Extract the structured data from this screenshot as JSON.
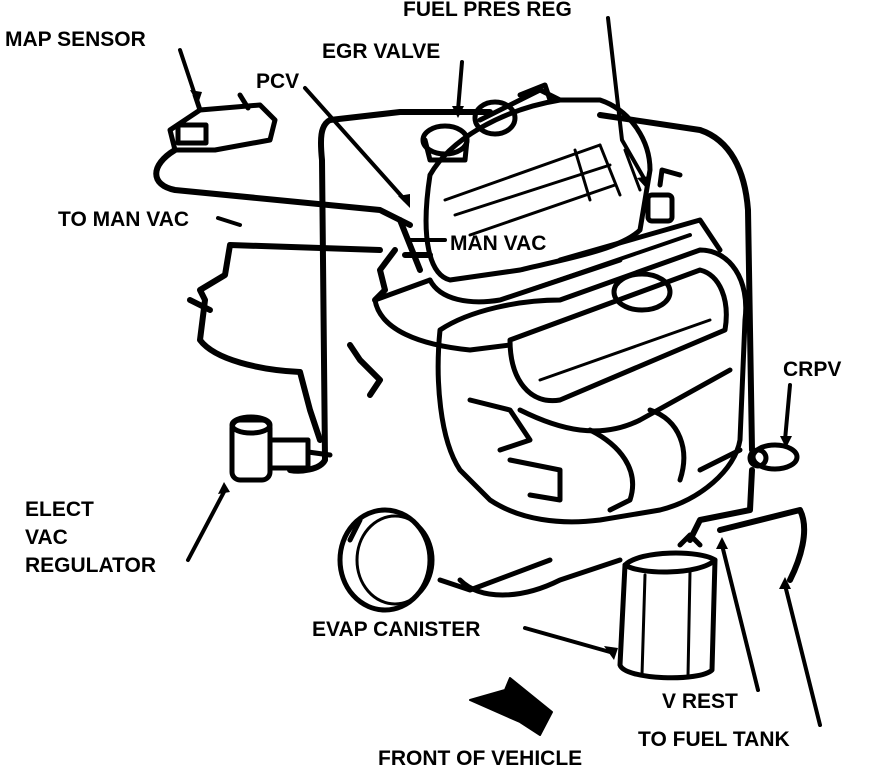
{
  "labels": {
    "fuel_pres_reg": "FUEL PRES REG",
    "map_sensor": "MAP SENSOR",
    "egr_valve": "EGR VALVE",
    "pcv": "PCV",
    "to_man_vac": "TO MAN VAC",
    "man_vac": "MAN VAC",
    "crpv": "CRPV",
    "elect_vac_regulator_1": "ELECT",
    "elect_vac_regulator_2": "VAC",
    "elect_vac_regulator_3": "REGULATOR",
    "evap_canister": "EVAP CANISTER",
    "v_rest": "V REST",
    "to_fuel_tank": "TO FUEL TANK",
    "front_of_vehicle": "FRONT OF VEHICLE"
  },
  "colors": {
    "ink": "#000000",
    "paper": "#ffffff"
  }
}
